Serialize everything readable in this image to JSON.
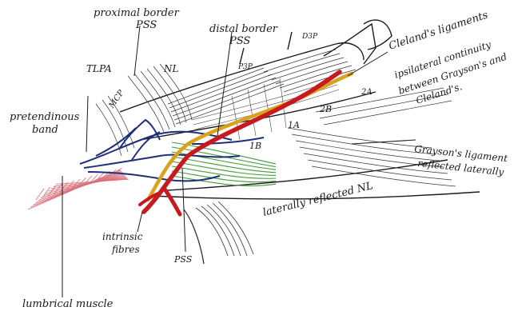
{
  "labels": {
    "proximal_border": "proximal border",
    "pss_top": "PSS",
    "distal_border": "distal border",
    "pss_distal": "PSS",
    "d3p": "D3P",
    "p3p": "P3P",
    "clelands_ligaments": "Cleland's ligaments",
    "ipsilateral_1": "ipsilateral continuity",
    "ipsilateral_2": "between Grayson's and",
    "ipsilateral_3": "Cleland's.",
    "tlpa": "TLPA",
    "nl": "NL",
    "mcp": "MCP",
    "pretendinous_1": "pretendinous",
    "pretendinous_2": "band",
    "label_2a": "2A",
    "label_2b": "2B",
    "label_1a": "1A",
    "label_1b": "1B",
    "graysons_1": "Grayson's ligament",
    "graysons_2": "reflected laterally",
    "laterally_nl": "laterally reflected NL",
    "intrinsic_1": "intrinsic",
    "intrinsic_2": "fibres",
    "pss_bottom": "PSS",
    "lumbrical": "lumbrical muscle"
  },
  "colors": {
    "artery": "#c8191e",
    "nerve": "#d9a21c",
    "blue_fibres": "#1f2e7a",
    "green_fibres": "#3f9a35",
    "lumbrical": "#d9707a",
    "ink": "#1a1a1a"
  }
}
